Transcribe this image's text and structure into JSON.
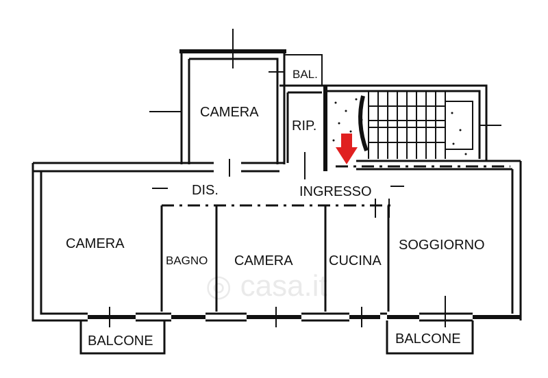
{
  "rooms": {
    "camera_top": "CAMERA",
    "bal": "BAL.",
    "rip": "RIP.",
    "dis": "DIS.",
    "ingresso": "INGRESSO",
    "camera_left": "CAMERA",
    "bagno": "BAGNO",
    "camera_center": "CAMERA",
    "cucina": "CUCINA",
    "soggiorno": "SOGGIORNO",
    "balcone_left": "BALCONE",
    "balcone_right": "BALCONE"
  },
  "watermark": "casa.it",
  "colors": {
    "wall": "#111111",
    "entrance_arrow": "#e02020"
  }
}
